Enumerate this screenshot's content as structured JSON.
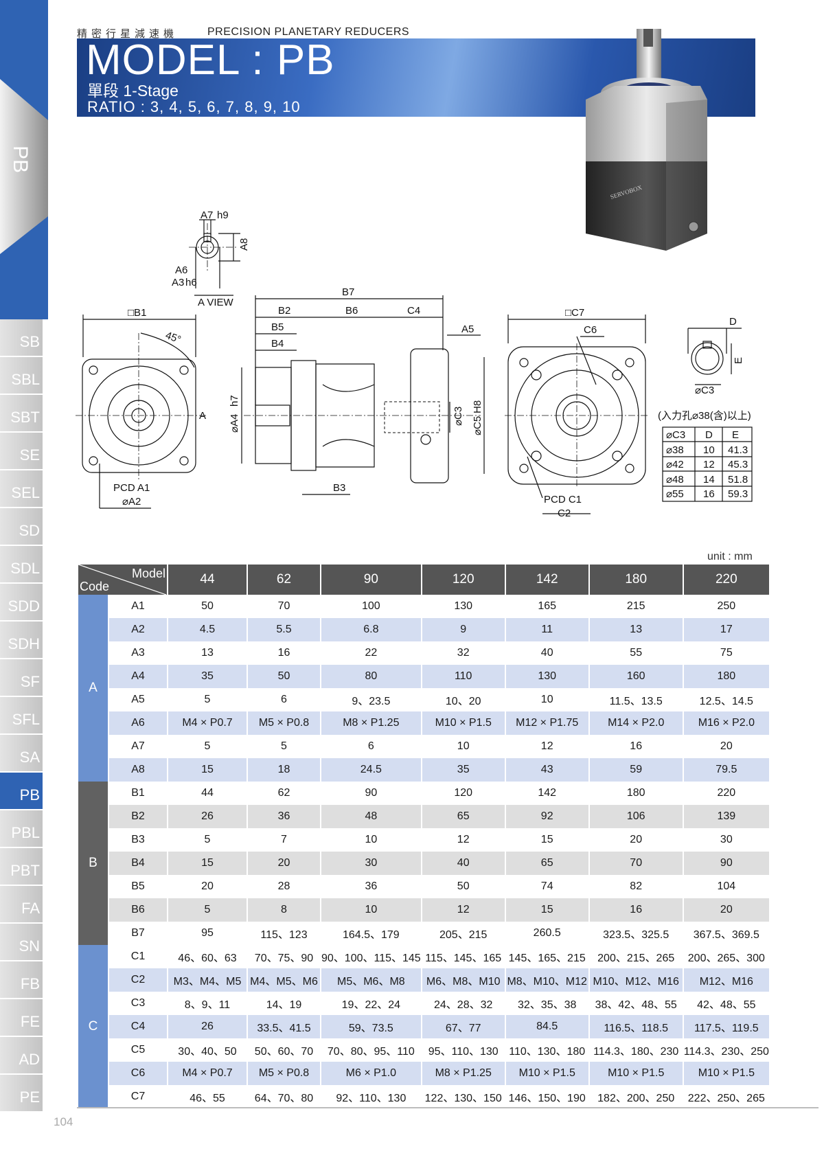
{
  "header": {
    "zh": "精密行星減速機",
    "en": "PRECISION PLANETARY REDUCERS",
    "model": "MODEL : PB",
    "stage": "單段 1-Stage",
    "ratio": "RATIO : 3, 4, 5, 6, 7, 8, 9, 10"
  },
  "sidebar": {
    "current": "PB",
    "tabs": [
      "SB",
      "SBL",
      "SBT",
      "SE",
      "SEL",
      "SD",
      "SDL",
      "SDD",
      "SDH",
      "SF",
      "SFL",
      "SA",
      "PB",
      "PBL",
      "PBT",
      "FA",
      "SN",
      "FB",
      "FE",
      "AD",
      "PE"
    ]
  },
  "photo": {
    "brand": "SERVOBOX"
  },
  "drawing": {
    "a_view": "A VIEW",
    "a7": "A7",
    "a7_tol": "h9",
    "a8": "A8",
    "a6": "A6",
    "a3": "A3",
    "a3_tol": "h6",
    "b1": "□B1",
    "angle": "45°",
    "a_mark": "A",
    "pcd_a1": "PCD A1",
    "a2": "⌀A2",
    "b7": "B7",
    "b2": "B2",
    "b6": "B6",
    "c4": "C4",
    "b5": "B5",
    "b4": "B4",
    "a5": "A5",
    "a4": "⌀A4",
    "a4_tol": "h7",
    "c3": "⌀C3",
    "c5": "⌀C5",
    "c5_tol": "H8",
    "b3": "B3",
    "c7": "□C7",
    "c6": "C6",
    "pcd_c1": "PCD C1",
    "c2": "C2",
    "d": "D",
    "e": "E",
    "c3_small": "⌀C3",
    "note": "(入力孔⌀38(含)以上)",
    "key_table": {
      "headers": [
        "⌀C3",
        "D",
        "E"
      ],
      "rows": [
        [
          "⌀38",
          "10",
          "41.3"
        ],
        [
          "⌀42",
          "12",
          "45.3"
        ],
        [
          "⌀48",
          "14",
          "51.8"
        ],
        [
          "⌀55",
          "16",
          "59.3"
        ]
      ]
    }
  },
  "unit": "unit : mm",
  "spec": {
    "corner_model": "Model",
    "corner_code": "Code",
    "models": [
      "44",
      "62",
      "90",
      "120",
      "142",
      "180",
      "220"
    ],
    "groups": [
      {
        "name": "A",
        "rows": [
          {
            "code": "A1",
            "values": [
              "50",
              "70",
              "100",
              "130",
              "165",
              "215",
              "250"
            ]
          },
          {
            "code": "A2",
            "values": [
              "4.5",
              "5.5",
              "6.8",
              "9",
              "11",
              "13",
              "17"
            ]
          },
          {
            "code": "A3",
            "values": [
              "13",
              "16",
              "22",
              "32",
              "40",
              "55",
              "75"
            ]
          },
          {
            "code": "A4",
            "values": [
              "35",
              "50",
              "80",
              "110",
              "130",
              "160",
              "180"
            ]
          },
          {
            "code": "A5",
            "values": [
              "5",
              "6",
              "9、23.5",
              "10、20",
              "10",
              "11.5、13.5",
              "12.5、14.5"
            ]
          },
          {
            "code": "A6",
            "values": [
              "M4 × P0.7",
              "M5 × P0.8",
              "M8 × P1.25",
              "M10 × P1.5",
              "M12 × P1.75",
              "M14 × P2.0",
              "M16 × P2.0"
            ]
          },
          {
            "code": "A7",
            "values": [
              "5",
              "5",
              "6",
              "10",
              "12",
              "16",
              "20"
            ]
          },
          {
            "code": "A8",
            "values": [
              "15",
              "18",
              "24.5",
              "35",
              "43",
              "59",
              "79.5"
            ]
          }
        ]
      },
      {
        "name": "B",
        "rows": [
          {
            "code": "B1",
            "values": [
              "44",
              "62",
              "90",
              "120",
              "142",
              "180",
              "220"
            ]
          },
          {
            "code": "B2",
            "values": [
              "26",
              "36",
              "48",
              "65",
              "92",
              "106",
              "139"
            ]
          },
          {
            "code": "B3",
            "values": [
              "5",
              "7",
              "10",
              "12",
              "15",
              "20",
              "30"
            ]
          },
          {
            "code": "B4",
            "values": [
              "15",
              "20",
              "30",
              "40",
              "65",
              "70",
              "90"
            ]
          },
          {
            "code": "B5",
            "values": [
              "20",
              "28",
              "36",
              "50",
              "74",
              "82",
              "104"
            ]
          },
          {
            "code": "B6",
            "values": [
              "5",
              "8",
              "10",
              "12",
              "15",
              "16",
              "20"
            ]
          },
          {
            "code": "B7",
            "values": [
              "95",
              "115、123",
              "164.5、179",
              "205、215",
              "260.5",
              "323.5、325.5",
              "367.5、369.5"
            ]
          }
        ]
      },
      {
        "name": "C",
        "rows": [
          {
            "code": "C1",
            "values": [
              "46、60、63",
              "70、75、90",
              "90、100、115、145",
              "115、145、165",
              "145、165、215",
              "200、215、265",
              "200、265、300"
            ]
          },
          {
            "code": "C2",
            "values": [
              "M3、M4、M5",
              "M4、M5、M6",
              "M5、M6、M8",
              "M6、M8、M10",
              "M8、M10、M12",
              "M10、M12、M16",
              "M12、M16"
            ]
          },
          {
            "code": "C3",
            "values": [
              "8、9、11",
              "14、19",
              "19、22、24",
              "24、28、32",
              "32、35、38",
              "38、42、48、55",
              "42、48、55"
            ]
          },
          {
            "code": "C4",
            "values": [
              "26",
              "33.5、41.5",
              "59、73.5",
              "67、77",
              "84.5",
              "116.5、118.5",
              "117.5、119.5"
            ]
          },
          {
            "code": "C5",
            "values": [
              "30、40、50",
              "50、60、70",
              "70、80、95、110",
              "95、110、130",
              "110、130、180",
              "114.3、180、230",
              "114.3、230、250"
            ]
          },
          {
            "code": "C6",
            "values": [
              "M4 × P0.7",
              "M5 × P0.8",
              "M6 × P1.0",
              "M8 × P1.25",
              "M10 × P1.5",
              "M10 × P1.5",
              "M10 × P1.5"
            ]
          },
          {
            "code": "C7",
            "values": [
              "46、55",
              "64、70、80",
              "92、110、130",
              "122、130、150",
              "146、150、190",
              "182、200、250",
              "222、250、265"
            ]
          }
        ]
      }
    ]
  },
  "page_number": "104"
}
